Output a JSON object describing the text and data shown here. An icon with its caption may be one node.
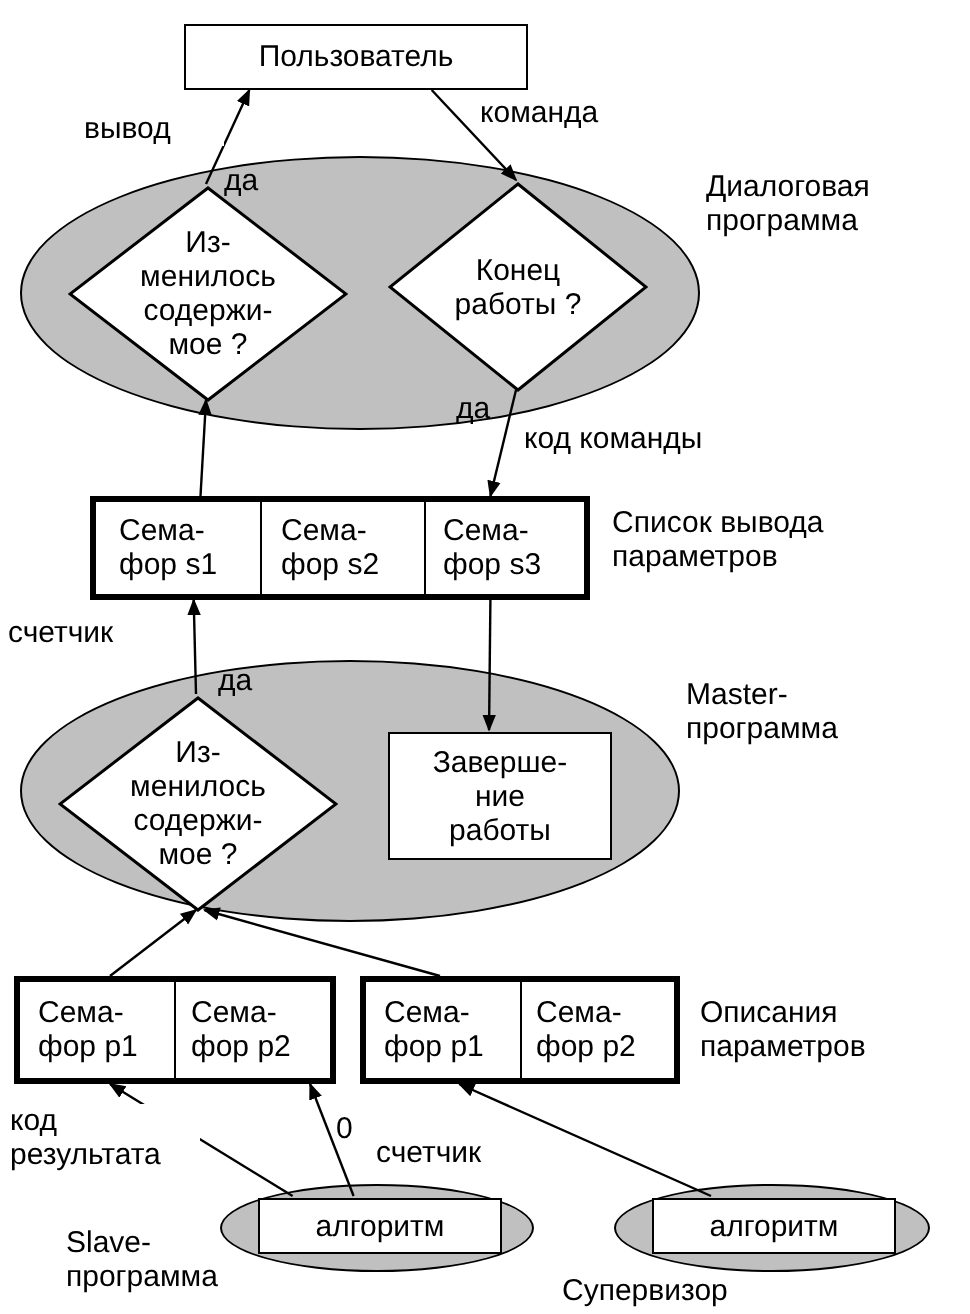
{
  "diagram": {
    "nodes": [
      {
        "text": [
          "Пользователь"
        ]
      },
      {
        "text": [
          "Диалоговая программа"
        ]
      },
      {
        "text": [
          "Из- менилось содержи- мое ?"
        ],
        "in": 1
      },
      {
        "text": [
          "Конец работы ?"
        ],
        "in": 1
      },
      {
        "text": [
          "Список вывода параметров"
        ]
      },
      {
        "text": [
          "Сема- фор s1"
        ],
        "in": 4
      },
      {
        "text": [
          "Сема- фор s2"
        ],
        "in": 4
      },
      {
        "text": [
          "Сема- фор s3"
        ],
        "in": 4
      },
      {
        "text": [
          "Master- программа"
        ]
      },
      {
        "text": [
          "Из- менилось содержи- мое ?"
        ],
        "in": 8
      },
      {
        "text": [
          "Заверше- ние работы"
        ],
        "in": 8
      },
      {
        "text": [],
        "shape": "box"
      },
      {
        "text": [
          "Сема- фор p1"
        ],
        "in": 11
      },
      {
        "text": [
          "Сема- фор p2"
        ],
        "in": 11
      },
      {
        "text": [],
        "shape": "box"
      },
      {
        "text": [
          "Сема- фор p1"
        ],
        "in": 14
      },
      {
        "text": [
          "Сема- фор p2"
        ],
        "in": 14
      },
      {
        "text": [
          "Slave- программа"
        ]
      },
      {
        "text": [
          "алгоритм"
        ],
        "in": 17
      },
      {
        "text": [
          "Супервизор"
        ]
      },
      {
        "text": [
          "алгоритм"
        ],
        "in": 19
      }
    ],
    "edges": [
      {
        "from": 2,
        "to": 0,
        "arrow": "to",
        "label": "вывод"
      },
      {
        "from": 0,
        "to": 3,
        "arrow": "to",
        "label": "команда"
      },
      {
        "from": 3,
        "to": 7,
        "arrow": "to",
        "label": "код команды"
      },
      {
        "from": 5,
        "to": 2,
        "arrow": "to"
      },
      {
        "from": 9,
        "to": 5,
        "arrow": "to",
        "label": "счетчик"
      },
      {
        "from": 7,
        "to": 10,
        "arrow": "to"
      },
      {
        "from": 12,
        "to": 9,
        "arrow": "to"
      },
      {
        "from": 15,
        "to": 9,
        "arrow": "to"
      },
      {
        "from": 18,
        "to": 12,
        "arrow": "to",
        "label": "код результата"
      },
      {
        "from": 18,
        "to": 13,
        "arrow": "to",
        "label": "0"
      },
      {
        "from": 20,
        "to": 15,
        "arrow": "to",
        "label": "счетчик"
      }
    ],
    "labels": [
      "да",
      "да",
      "да",
      "Описания параметров"
    ]
  }
}
